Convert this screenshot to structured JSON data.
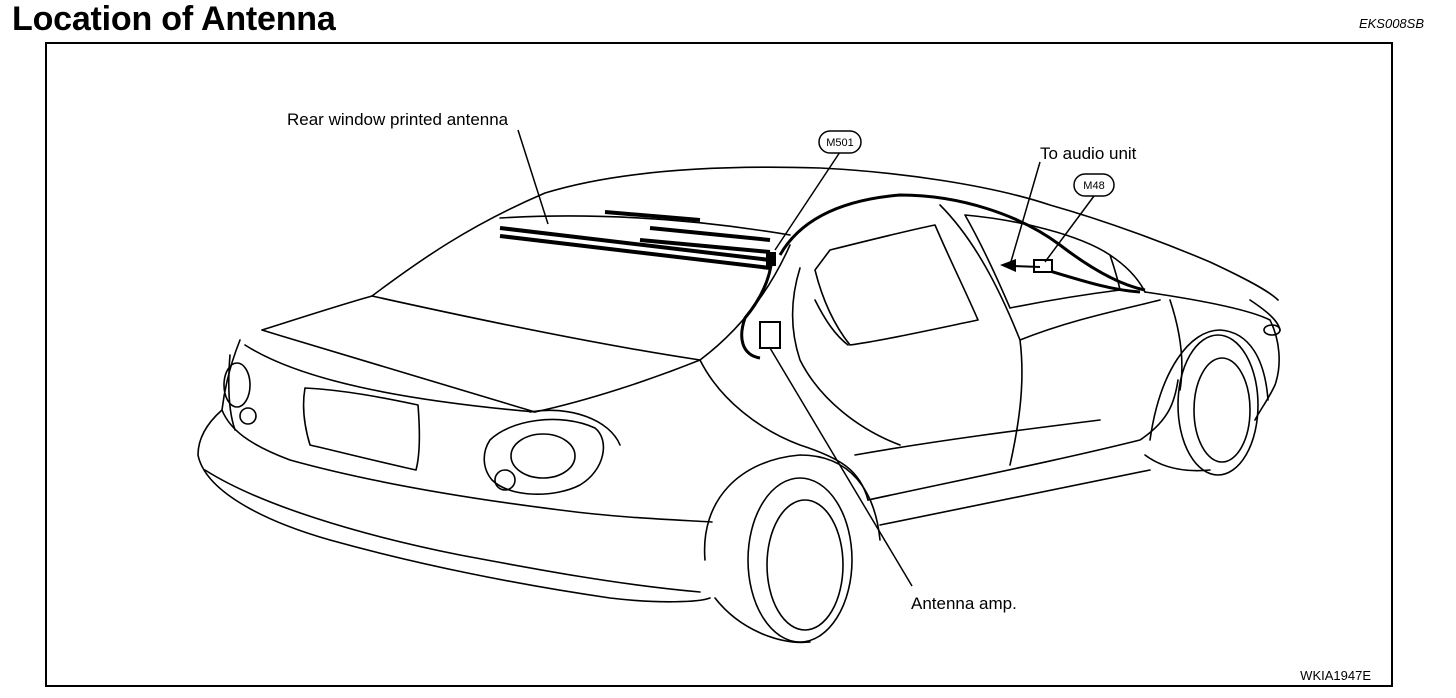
{
  "page": {
    "title": "Location of Antenna",
    "code": "EKS008SB"
  },
  "diagram": {
    "labels": {
      "rear_window_antenna": "Rear window printed antenna",
      "to_audio_unit": "To audio unit",
      "antenna_amp": "Antenna amp."
    },
    "connectors": {
      "m501": "M501",
      "m48": "M48"
    },
    "figure_id": "WKIA1947E"
  }
}
